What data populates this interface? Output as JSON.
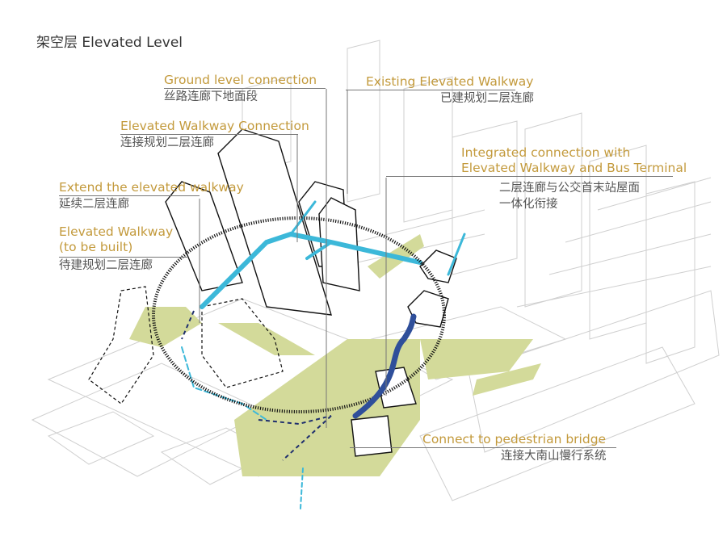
{
  "title": "架空层 Elevated Level",
  "colors": {
    "label_en": "#c39a3c",
    "label_zh": "#555555",
    "walkway": "#3cb8d9",
    "green": "#d3da9a",
    "bus_arrow": "#2f4f9a"
  },
  "labels": [
    {
      "en": "Ground level connection",
      "zh": "丝路连廊下地面段"
    },
    {
      "en": "Existing Elevated Walkway",
      "zh": "已建规划二层连廊"
    },
    {
      "en": "Elevated Walkway Connection",
      "zh": "连接规划二层连廊"
    },
    {
      "en": "Integrated connection with",
      "en2": "Elevated Walkway and Bus Terminal",
      "zh": "二层连廊与公交首末站屋面",
      "zh2": "一体化衔接"
    },
    {
      "en": "Extend the elevated walkway",
      "zh": "延续二层连廊"
    },
    {
      "en": "Elevated Walkway",
      "en2": "(to be built)",
      "zh": "待建规划二层连廊"
    },
    {
      "en": "Connect to pedestrian bridge",
      "zh": "连接大南山慢行系统"
    }
  ]
}
